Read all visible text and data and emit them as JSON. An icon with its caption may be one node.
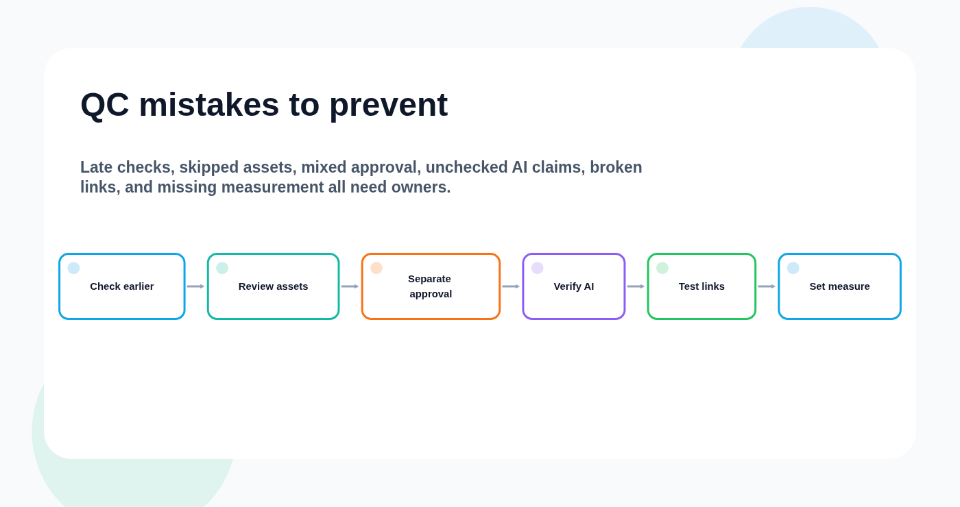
{
  "diagram": {
    "title": "QC mistakes to prevent",
    "nodes": [
      {
        "text": [
          "Check earlier"
        ]
      },
      {
        "text": [
          "Review assets"
        ]
      },
      {
        "text": [
          "Separate approval"
        ]
      },
      {
        "text": [
          "Verify AI"
        ]
      },
      {
        "text": [
          "Test links"
        ]
      },
      {
        "text": [
          "Set measure"
        ]
      }
    ],
    "edges": [
      {
        "from": 0,
        "to": 1,
        "arrow": "to"
      },
      {
        "from": 1,
        "to": 2,
        "arrow": "to"
      },
      {
        "from": 2,
        "to": 3,
        "arrow": "to"
      },
      {
        "from": 3,
        "to": 4,
        "arrow": "to"
      },
      {
        "from": 4,
        "to": 5,
        "arrow": "to"
      }
    ],
    "labels": [
      "Late checks, skipped assets, mixed approval, unchecked AI claims, broken links, and missing measurement all need owners."
    ]
  }
}
